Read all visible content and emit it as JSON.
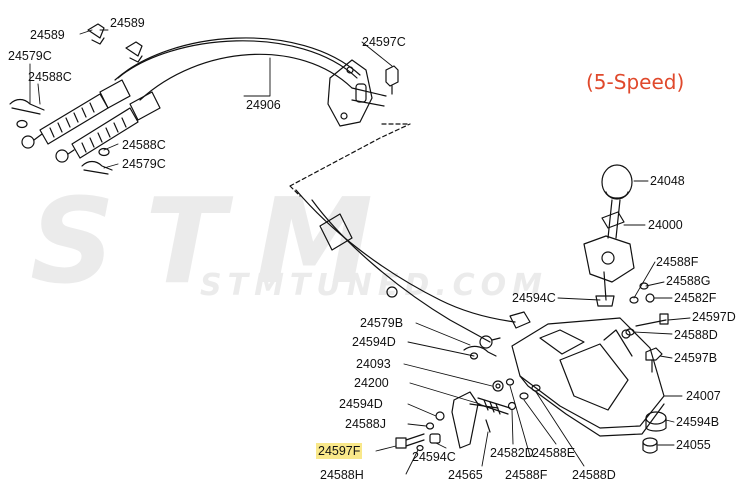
{
  "caption": {
    "text": "(5-Speed)",
    "color": "#e0492c"
  },
  "watermark": {
    "logo_text": "STM",
    "tagline": "STMTUNED.COM",
    "color": "#ebebeb"
  },
  "highlight": {
    "part": "24597F",
    "color": "#f9e88a"
  },
  "labels": {
    "p24589_a": "24589",
    "p24589_b": "24589",
    "p24579c_top": "24579C",
    "p24588c_top": "24588C",
    "p24597c": "24597C",
    "p24906": "24906",
    "p24588c_bot": "24588C",
    "p24579c_bot": "24579C",
    "p24048": "24048",
    "p24000": "24000",
    "p24588f_r": "24588F",
    "p24588g": "24588G",
    "p24582f": "24582F",
    "p24594c_r": "24594C",
    "p24597d": "24597D",
    "p24588d_r": "24588D",
    "p24597b": "24597B",
    "p24579b": "24579B",
    "p24594d_top": "24594D",
    "p24093": "24093",
    "p24200": "24200",
    "p24594d_bot": "24594D",
    "p24588j": "24588J",
    "p24597f": "24597F",
    "p24588h": "24588H",
    "p24594c_bot": "24594C",
    "p24565": "24565",
    "p24582d": "24582D",
    "p24588f_bot": "24588F",
    "p24588e": "24588E",
    "p24588d_bot": "24588D",
    "p24007": "24007",
    "p24594b": "24594B",
    "p24055": "24055"
  }
}
